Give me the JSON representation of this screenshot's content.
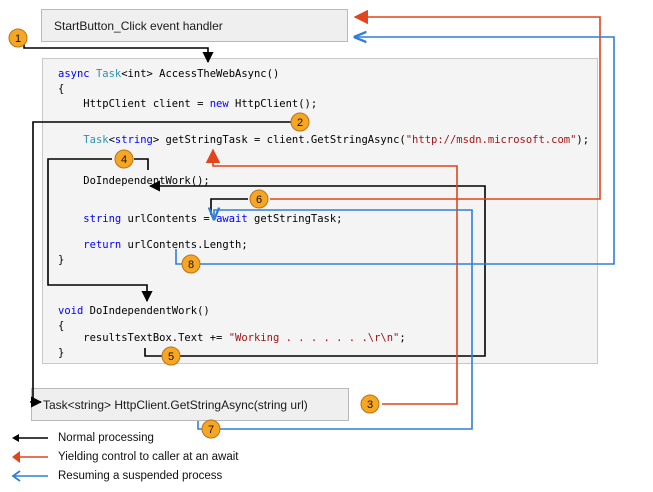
{
  "handler_box": {
    "label": "StartButton_Click event handler"
  },
  "code": {
    "line1": {
      "kw": "async",
      "sp": " ",
      "ty": "Task",
      "rest": "<int> AccessTheWebAsync()"
    },
    "line2": "{",
    "line3": {
      "lead": "    HttpClient client = ",
      "kw": "new",
      "rest": " HttpClient();"
    },
    "line4": {
      "lead": "    ",
      "ty": "Task",
      "mid": "<",
      "kw": "string",
      "rest": "> getStringTask = client.GetStringAsync(",
      "str": "\"http://msdn.microsoft.com\"",
      "end": ");"
    },
    "line5": "    DoIndependentWork();",
    "line6": {
      "lead": "    ",
      "kw": "string",
      "mid": " urlContents = ",
      "kw2": "await",
      "rest": " getStringTask;"
    },
    "line7": {
      "lead": "    ",
      "kw": "return",
      "rest": " urlContents.Length;"
    },
    "line8": "}",
    "line9": {
      "kw": "void",
      "rest": " DoIndependentWork()"
    },
    "line10": "{",
    "line11": {
      "lead": "    resultsTextBox.Text += ",
      "str": "\"Working . . . . . . .\\r\\n\"",
      "end": ";"
    },
    "line12": "}"
  },
  "http_box": {
    "label": "Task<string> HttpClient.GetStringAsync(string url)"
  },
  "steps": [
    "1",
    "2",
    "3",
    "4",
    "5",
    "6",
    "7",
    "8"
  ],
  "legend": [
    {
      "label": "Normal processing",
      "color": "#000000"
    },
    {
      "label": "Yielding control to caller at an await",
      "color": "#e0451b"
    },
    {
      "label": "Resuming a suspended process",
      "color": "#2f7fd6"
    }
  ],
  "colors": {
    "normal": "#000000",
    "yield": "#e0451b",
    "resume": "#2f7fd6",
    "badge_fill": "#f6a623",
    "badge_stroke": "#b8721a"
  }
}
